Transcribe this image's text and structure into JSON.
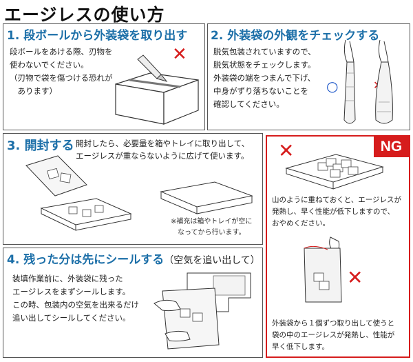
{
  "title": "エージレスの使い方",
  "section1": {
    "heading": "1. 段ボールから外装袋を取り出す",
    "lines": [
      "段ボールをあける際、刃物を",
      "使わないでください。",
      "（刃物で袋を傷つける恐れが",
      "　あります）"
    ],
    "mark": "✕"
  },
  "section2": {
    "heading": "2. 外装袋の外観をチェックする",
    "lines": [
      "脱気包装されていますので、",
      "脱気状態をチェックします。",
      "外装袋の端をつまんで下げ、",
      "中身がずり落ちないことを",
      "確認してください。"
    ],
    "ok_mark": "○",
    "ng_mark": "✕"
  },
  "section3": {
    "heading": "3. 開封する",
    "lines": [
      "開封したら、必要量を箱やトレイに取り出して、",
      "エージレスが重ならないように広げて使います。"
    ],
    "note": [
      "※補充は箱やトレイが空に",
      "　なってから行います。"
    ]
  },
  "section4": {
    "heading": "4. 残った分は先にシールする",
    "heading_sub": "（空気を追い出して）",
    "lines": [
      "装填作業前に、外装袋に残った",
      "エージレスをまずシールします。",
      "この時、包装内の空気を出来るだけ",
      "追い出してシールしてください。"
    ]
  },
  "ng": {
    "badge": "NG",
    "mark": "✕",
    "text1": [
      "山のように重ねておくと、エージレスが",
      "発熱し、早く性能が低下しますので、",
      "おやめください。"
    ],
    "text2": [
      "外装袋から１個ずつ取り出して使うと",
      "袋の中のエージレスが発熱し、性能が",
      "早く低下します。"
    ]
  },
  "colors": {
    "heading": "#1c6fa8",
    "ng_red": "#d61c1c",
    "ok_blue": "#1c56c8",
    "border": "#555555"
  }
}
